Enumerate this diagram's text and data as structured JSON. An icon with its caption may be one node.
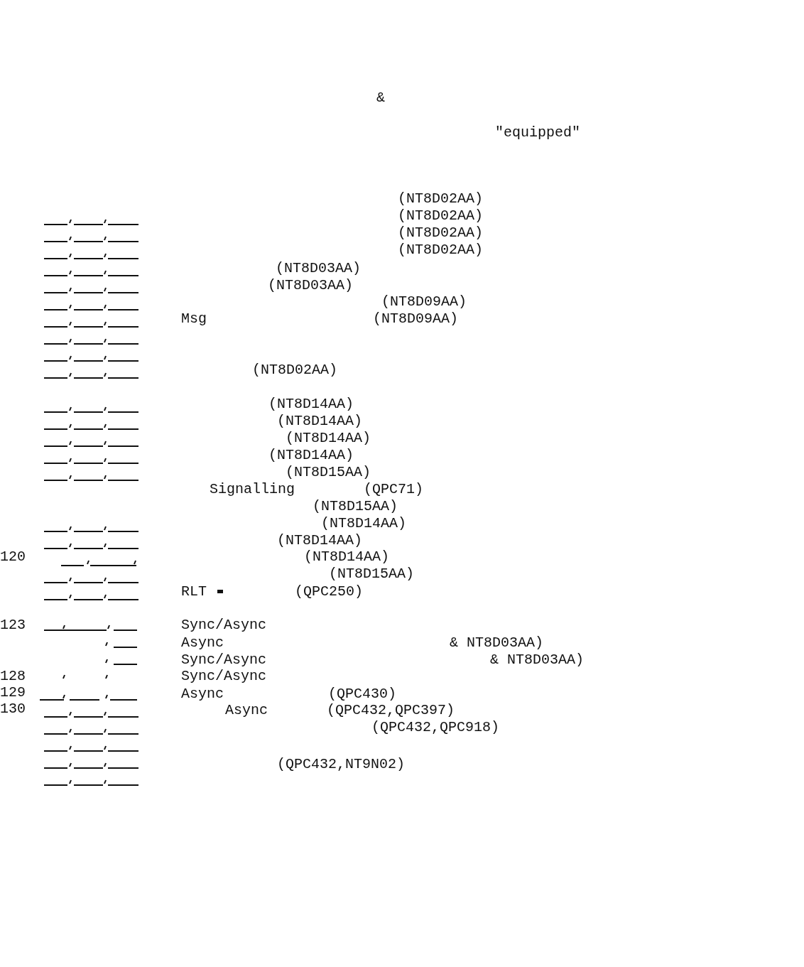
{
  "diagram": {
    "labels": [
      "&",
      "\"equipped\"",
      "(NT8D02AA)",
      "(NT8D02AA)",
      "(NT8D02AA)",
      "(NT8D02AA)",
      "(NT8D03AA)",
      "(NT8D03AA)",
      "(NT8D09AA)",
      "Msg",
      "(NT8D09AA)",
      "(NT8D02AA)",
      "(NT8D14AA)",
      "(NT8D14AA)",
      "(NT8D14AA)",
      "(NT8D14AA)",
      "(NT8D15AA)",
      "Signalling",
      "(QPC71)",
      "(NT8D15AA)",
      "(NT8D14AA)",
      "(NT8D14AA)",
      "120",
      "(NT8D14AA)",
      "(NT8D15AA)",
      "RLT",
      "(QPC250)",
      "123",
      "Sync/Async",
      "Async",
      "& NT8D03AA)",
      "Sync/Async",
      "& NT8D03AA)",
      "128",
      "Sync/Async",
      "129",
      "Async",
      "(QPC430)",
      "130",
      "Async",
      "(QPC432,QPC397)",
      "(QPC432,QPC918)",
      "(QPC432,NT9N02)"
    ]
  }
}
